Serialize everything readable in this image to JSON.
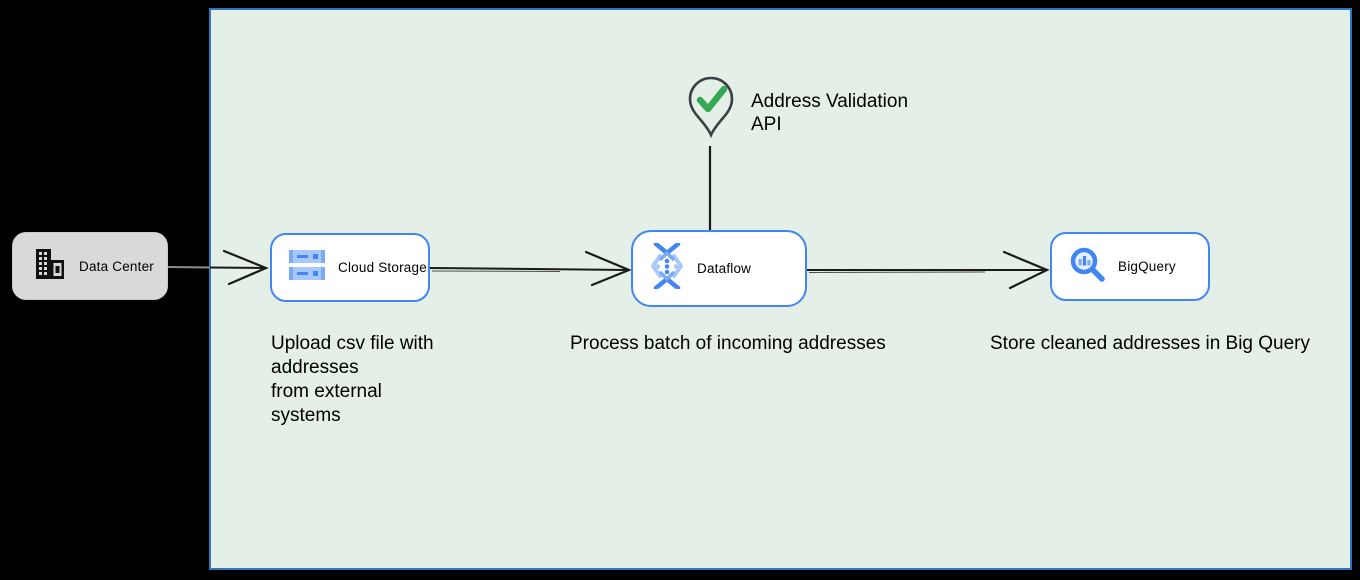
{
  "canvas": {
    "background": "#000000"
  },
  "panel": {
    "background": "#e4efe7",
    "border_color": "#2e77bc"
  },
  "palette": {
    "node_border_blue": "#4285f4",
    "icon_blue_dark": "#4285f4",
    "icon_blue_light": "#a8c7fa",
    "data_center_fill": "#d9d9d9",
    "check_green": "#34a853",
    "pin_outline": "#3c4043",
    "arrow_color": "#1a1a1a"
  },
  "nodes": {
    "data_center": {
      "label": "Data Center",
      "icon": "building-icon"
    },
    "cloud_storage": {
      "label": "Cloud Storage",
      "icon": "cloud-storage-icon"
    },
    "dataflow": {
      "label": "Dataflow",
      "icon": "dataflow-icon"
    },
    "bigquery": {
      "label": "BigQuery",
      "icon": "bigquery-icon"
    }
  },
  "annotations": {
    "address_validation": {
      "label": "Address Validation\nAPI",
      "icon": "pin-check-icon"
    }
  },
  "captions": {
    "upload": "Upload csv file with\naddresses\nfrom external\nsystems",
    "process": "Process batch of incoming addresses",
    "store": "Store cleaned addresses in Big Query"
  },
  "edges": [
    {
      "from": "data_center",
      "to": "cloud_storage",
      "style": "arrow"
    },
    {
      "from": "cloud_storage",
      "to": "dataflow",
      "style": "arrow"
    },
    {
      "from": "dataflow",
      "to": "bigquery",
      "style": "arrow"
    },
    {
      "from": "address_validation",
      "to": "dataflow",
      "style": "line"
    }
  ]
}
